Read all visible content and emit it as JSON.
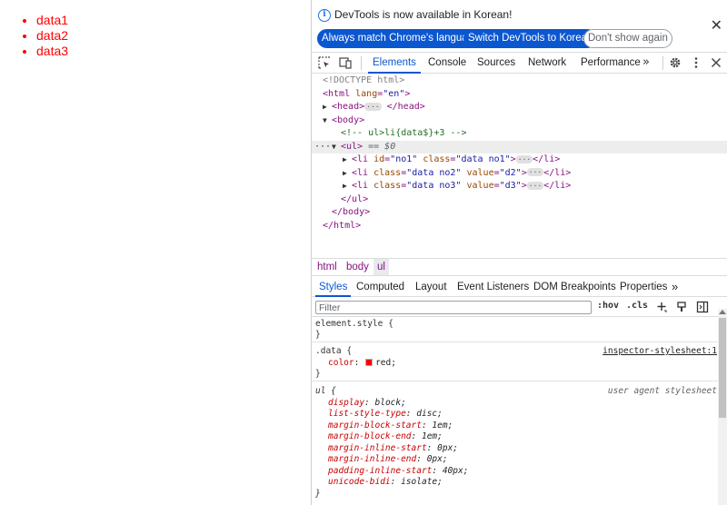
{
  "preview": {
    "items": [
      "data1",
      "data2",
      "data3"
    ],
    "item_color": "#ff0000"
  },
  "infobar": {
    "message": "DevTools is now available in Korean!",
    "buttons": {
      "always_match": "Always match Chrome's language",
      "switch": "Switch DevTools to Korean",
      "dont_show": "Don't show again"
    },
    "close_glyph": "✕"
  },
  "toolbar": {
    "tabs": [
      "Elements",
      "Console",
      "Sources",
      "Network",
      "Performance"
    ],
    "active_tab": "Elements",
    "more_glyph": "»",
    "icons": [
      "inspect-element-icon",
      "device-toolbar-icon",
      "settings-gear-icon",
      "kebab-menu-icon",
      "close-icon"
    ]
  },
  "dom": {
    "doctype": "<!DOCTYPE html>",
    "html_open_tag": "<html",
    "html_lang_attr": "lang",
    "html_lang_val": "\"en\"",
    "head_open": "<head>",
    "head_close": "</head>",
    "body_open": "<body>",
    "comment": "<!-- ul>li{data$}+3 -->",
    "ul_open": "<ul>",
    "ul_eq": "== $0",
    "li1": {
      "open": "<li",
      "a1": "id",
      "v1": "\"no1\"",
      "a2": "class",
      "v2": "\"data no1\"",
      "close": "</li>"
    },
    "li2": {
      "open": "<li",
      "a1": "class",
      "v1": "\"data no2\"",
      "a2": "value",
      "v2": "\"d2\"",
      "close": "</li>"
    },
    "li3": {
      "open": "<li",
      "a1": "class",
      "v1": "\"data no3\"",
      "a2": "value",
      "v2": "\"d3\"",
      "close": "</li>"
    },
    "ul_close": "</ul>",
    "body_close": "</body>",
    "html_close": "</html>",
    "ellipsis": "···",
    "row_dots": "···"
  },
  "breadcrumbs": [
    "html",
    "body",
    "ul"
  ],
  "panel_tabs": {
    "tabs": [
      "Styles",
      "Computed",
      "Layout",
      "Event Listeners",
      "DOM Breakpoints",
      "Properties"
    ],
    "active": "Styles",
    "more_glyph": "»"
  },
  "filter": {
    "placeholder": "Filter",
    "hov": ":hov",
    "cls": ".cls"
  },
  "styles": {
    "element_style": {
      "selector": "element.style {",
      "close": "}"
    },
    "data_rule": {
      "selector": ".data {",
      "source": "inspector-stylesheet:1",
      "prop": "color",
      "value": "red;",
      "swatch_color": "#ff0000",
      "close": "}"
    },
    "ua_rule": {
      "selector": "ul {",
      "source": "user agent stylesheet",
      "props": [
        {
          "name": "display",
          "value": "block;"
        },
        {
          "name": "list-style-type",
          "value": "disc;"
        },
        {
          "name": "margin-block-start",
          "value": "1em;"
        },
        {
          "name": "margin-block-end",
          "value": "1em;"
        },
        {
          "name": "margin-inline-start",
          "value": "0px;"
        },
        {
          "name": "margin-inline-end",
          "value": "0px;"
        },
        {
          "name": "padding-inline-start",
          "value": "40px;"
        },
        {
          "name": "unicode-bidi",
          "value": "isolate;"
        }
      ],
      "close": "}"
    }
  }
}
